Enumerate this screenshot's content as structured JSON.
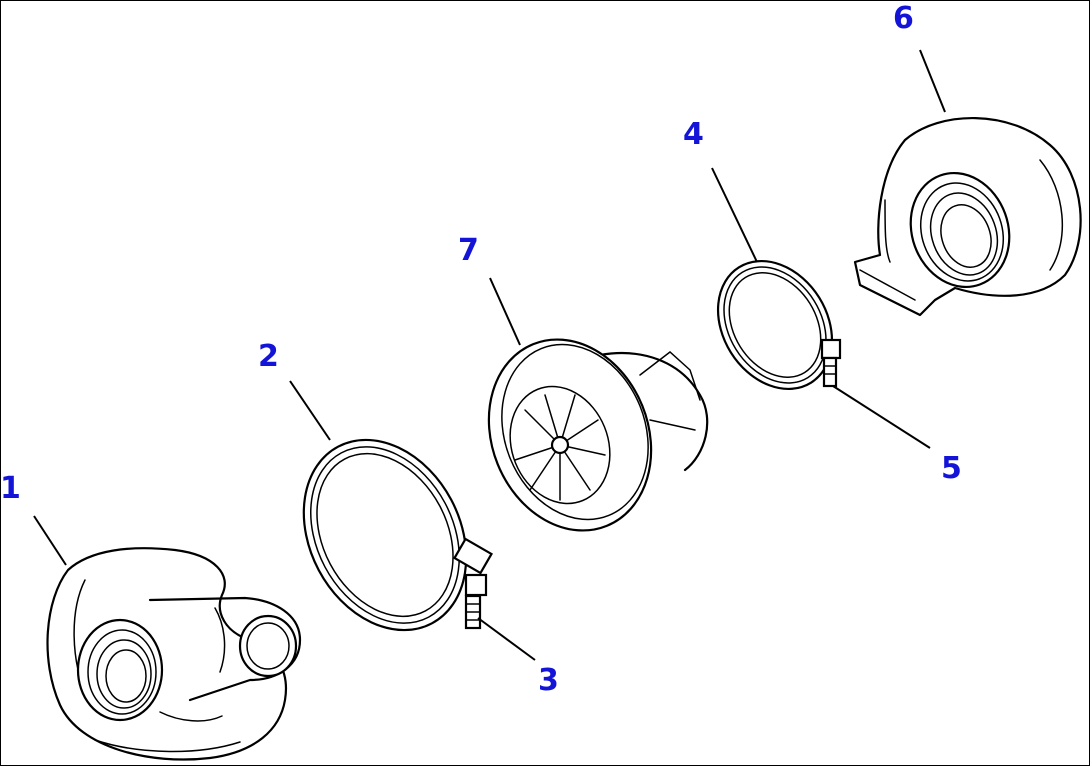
{
  "callouts": {
    "c1": "1",
    "c2": "2",
    "c3": "3",
    "c4": "4",
    "c5": "5",
    "c6": "6",
    "c7": "7"
  },
  "colors": {
    "callout": "#1414d8",
    "line": "#000000",
    "background": "#ffffff"
  }
}
